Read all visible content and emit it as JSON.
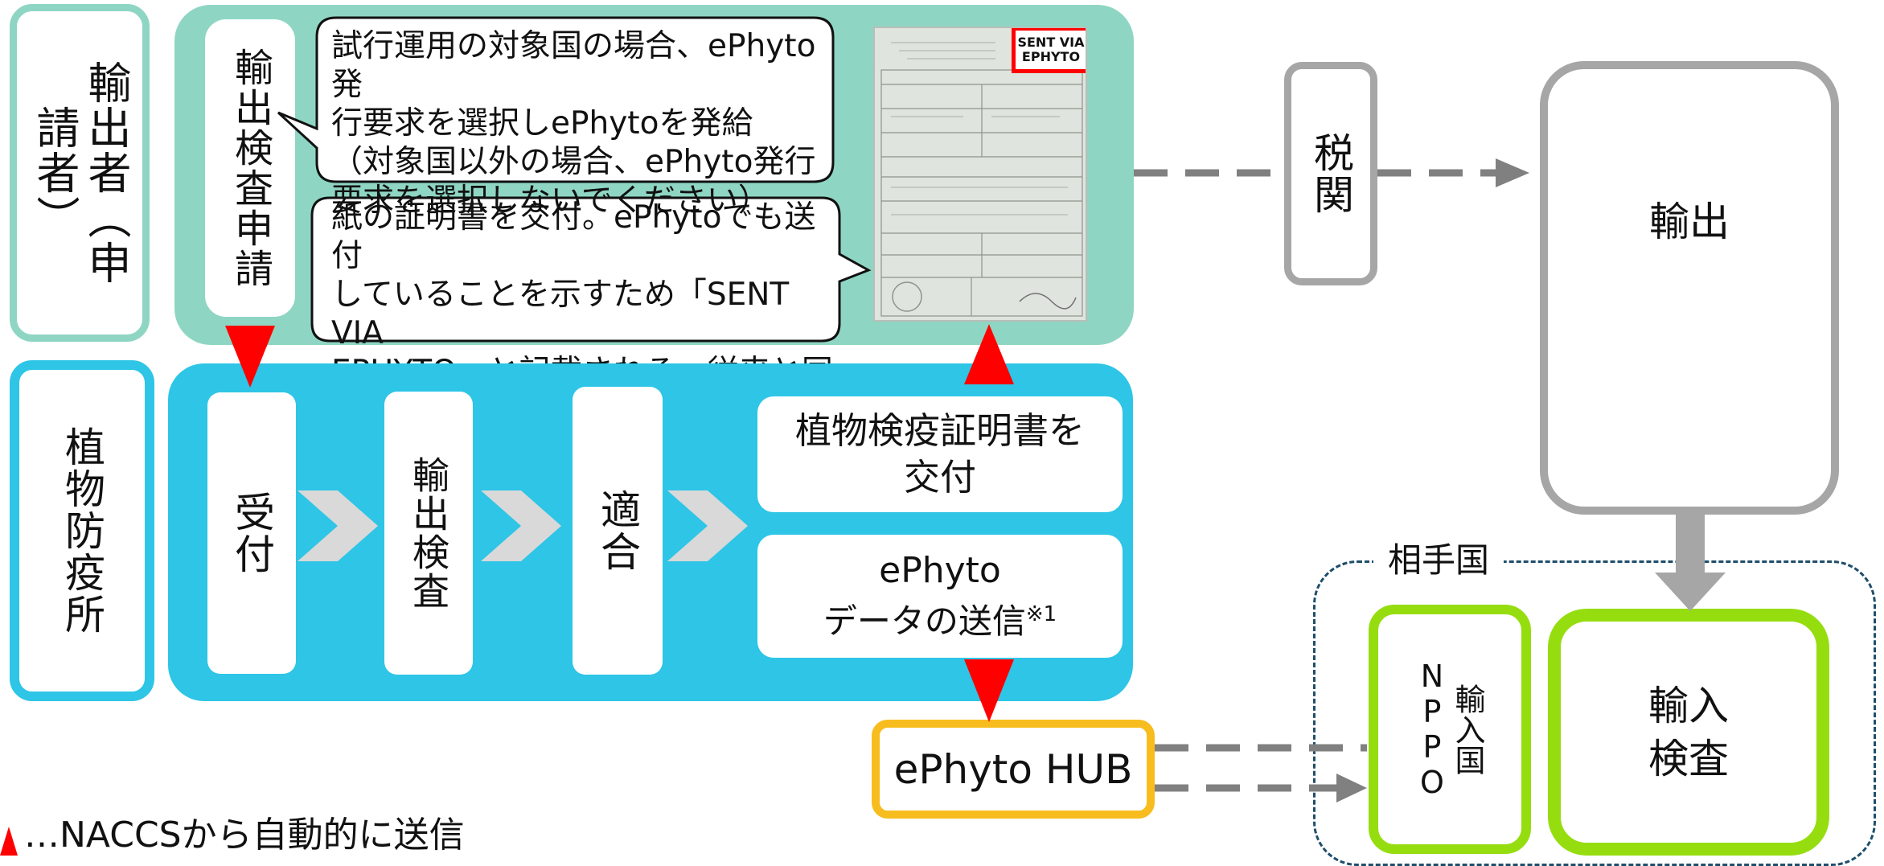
{
  "applicant": {
    "label": "輸出者（申請者）"
  },
  "export_application": {
    "label": "輸出検査申請"
  },
  "bubble_top": {
    "text": "試行運用の対象国の場合、ePhyto発\n行要求を選択しePhytoを発給\n（対象国以外の場合、ePhyto発行\n要求を選択しないでください）"
  },
  "bubble_bottom": {
    "text": "紙の証明書を交付。ePhytoでも送付\nしていることを示すため「SENT VIA\nEPHYTO」と記載される。従来と同様、\n申請者から輸入者あて送付が必要"
  },
  "certificate": {
    "stamp_line1": "SENT VIA",
    "stamp_line2": "EPHYTO"
  },
  "customs": {
    "label": "税関"
  },
  "export": {
    "label": "輸出"
  },
  "quarantine_office": {
    "label": "植物防疫所"
  },
  "steps": {
    "receipt": "受付",
    "inspection": "輸出検査",
    "pass": "適合",
    "issue_certificate": "植物検疫証明書を\n交付",
    "send_line1": "ePhyto",
    "send_line2": "データの送信",
    "send_note": "※1"
  },
  "hub": {
    "label": "ePhyto HUB"
  },
  "partner_country": {
    "label": "相手国",
    "nppo": "輸入国NPPO",
    "import_inspection": "輸入\n検査"
  },
  "legend": {
    "text": "…NACCSから自動的に送信"
  },
  "colors": {
    "mint": "#8ed6c3",
    "blue": "#2ec5e6",
    "gray": "#a6a6a6",
    "green": "#96dd10",
    "hub_orange": "#f7bd1e",
    "red_arrow": "#ff0000",
    "dash": "#808080"
  }
}
